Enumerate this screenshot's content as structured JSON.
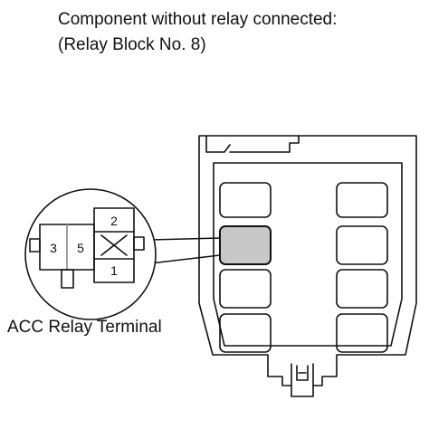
{
  "caption": {
    "line1": "Component without relay connected:",
    "line2": "(Relay Block No. 8)"
  },
  "callout_label": "ACC Relay Terminal",
  "terminals": {
    "t1": "1",
    "t2": "2",
    "t3": "3",
    "t5": "5"
  },
  "colors": {
    "line": "#111111",
    "highlight_fill": "#c8c8c8",
    "background": "#ffffff"
  }
}
